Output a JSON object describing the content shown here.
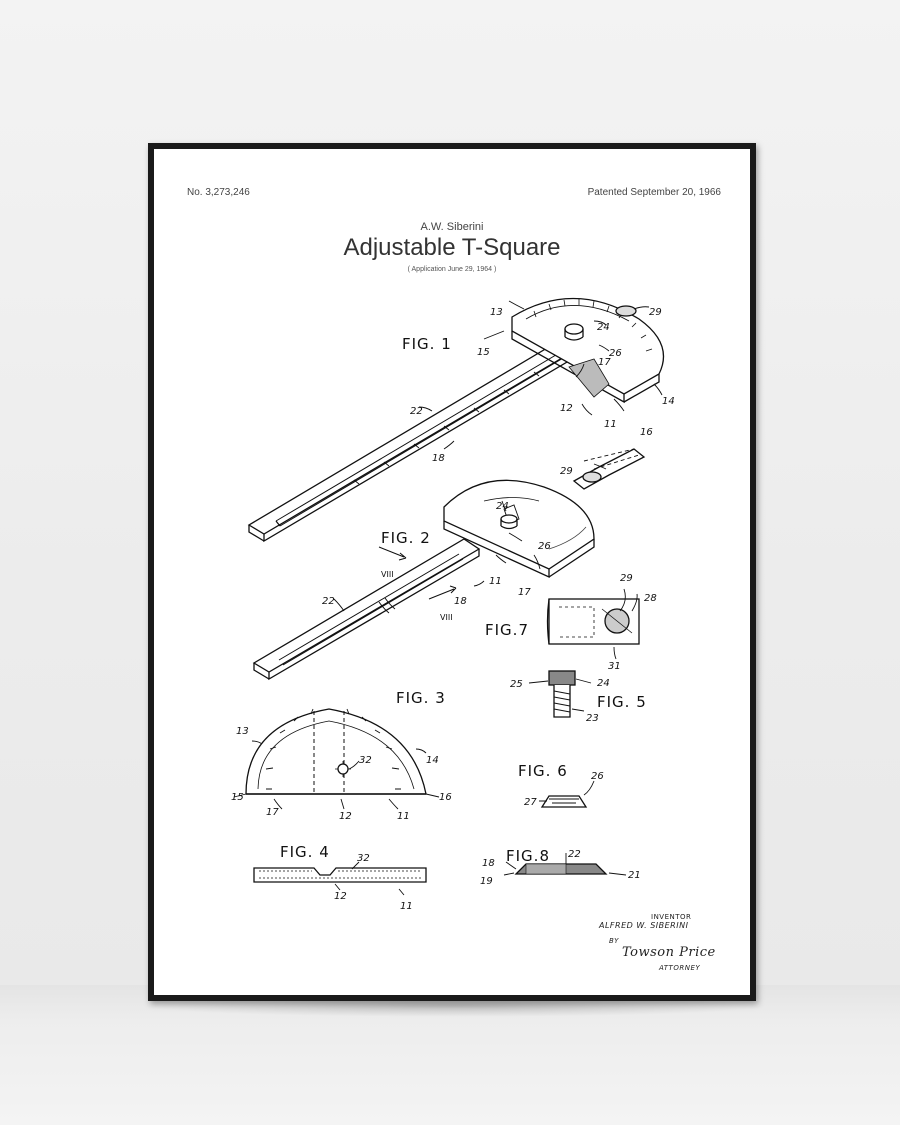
{
  "poster": {
    "patent_number": "No. 3,273,246",
    "patent_date": "Patented September 20, 1966",
    "inventor_name": "A.W. Siberini",
    "title": "Adjustable T-Square",
    "application_date": "( Application  June 29, 1964 )"
  },
  "figures": {
    "fig1": "FIG. 1",
    "fig2": "FIG. 2",
    "fig3": "FIG. 3",
    "fig4": "FIG. 4",
    "fig5": "FIG. 5",
    "fig6": "FIG. 6",
    "fig7": "FIG.7",
    "fig8": "FIG.8"
  },
  "refs": {
    "n11": "11",
    "n12": "12",
    "n13": "13",
    "n14": "14",
    "n15": "15",
    "n16": "16",
    "n17": "17",
    "n18": "18",
    "n19": "19",
    "n21": "21",
    "n22": "22",
    "n23": "23",
    "n24": "24",
    "n25": "25",
    "n26": "26",
    "n27": "27",
    "n28": "28",
    "n29": "29",
    "n31": "31",
    "n32": "32",
    "viii": "VIII"
  },
  "signature": {
    "inventor_caption": "INVENTOR",
    "inventor": "ALFRED  W. SIBERINI",
    "by": "BY",
    "attorney_name": "Towson Price",
    "attorney": "ATTORNEY"
  }
}
